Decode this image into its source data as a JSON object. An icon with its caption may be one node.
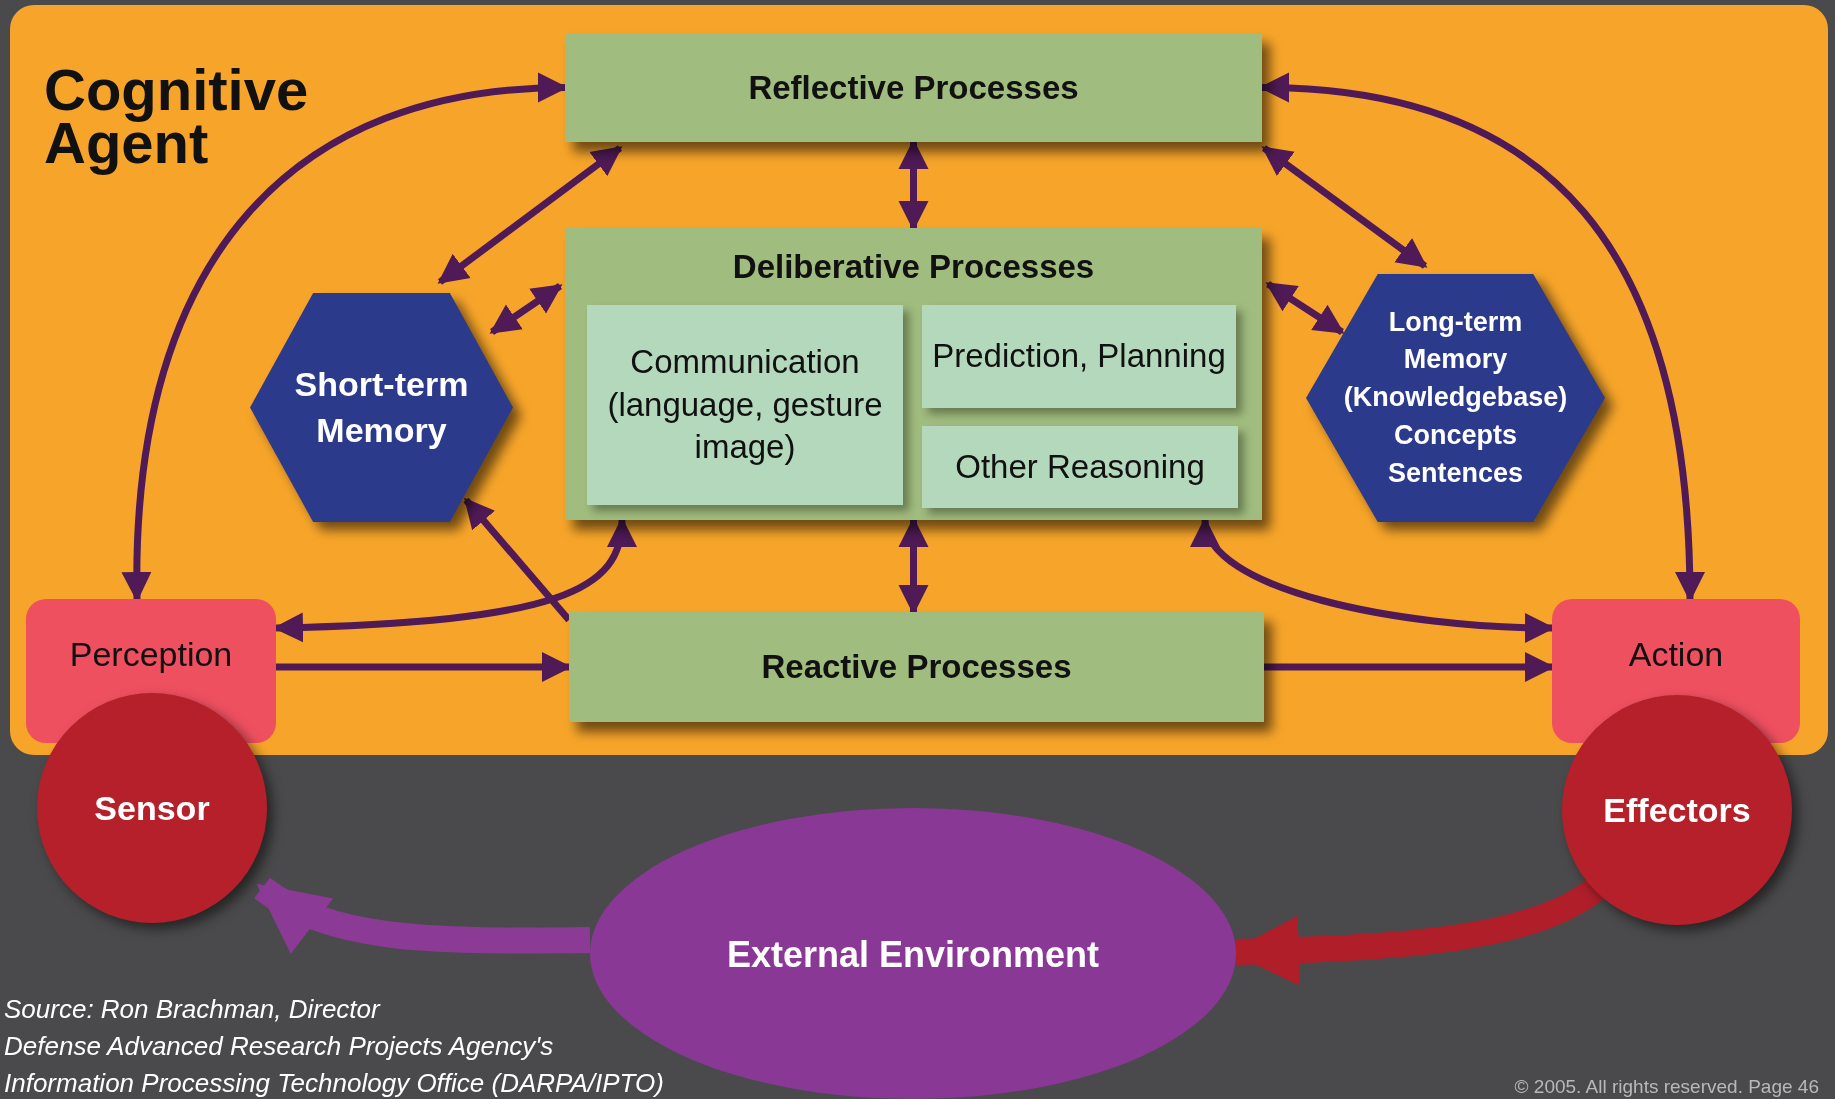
{
  "diagram": {
    "nodes": [
      {
        "text": [
          "Cognitive Agent"
        ]
      },
      {
        "text": [
          "Reflective Processes"
        ],
        "in": 0
      },
      {
        "text": [
          "Deliberative Processes"
        ],
        "in": 0
      },
      {
        "text": [
          "Communication (language, gesture image)"
        ],
        "in": 2
      },
      {
        "text": [
          "Prediction, Planning"
        ],
        "in": 2
      },
      {
        "text": [
          "Other Reasoning"
        ],
        "in": 2
      },
      {
        "text": [
          "Short-term Memory"
        ],
        "in": 0
      },
      {
        "text": [
          "Long-term Memory (Knowledgebase) Concepts Sentences"
        ],
        "in": 0
      },
      {
        "text": [
          "Perception"
        ],
        "in": 0
      },
      {
        "text": [
          "Reactive Processes"
        ],
        "in": 0
      },
      {
        "text": [
          "Action"
        ],
        "in": 0
      },
      {
        "text": [
          "Sensor"
        ]
      },
      {
        "text": [
          "Effectors"
        ]
      },
      {
        "text": [
          "External Environment"
        ]
      }
    ],
    "edges": [
      {
        "from": 8,
        "to": 1,
        "arrow": "both"
      },
      {
        "from": 1,
        "to": 10,
        "arrow": "both"
      },
      {
        "from": 1,
        "to": 2,
        "arrow": "both"
      },
      {
        "from": 1,
        "to": 6,
        "arrow": "both"
      },
      {
        "from": 6,
        "to": 2,
        "arrow": "both"
      },
      {
        "from": 7,
        "to": 1,
        "arrow": "both"
      },
      {
        "from": 7,
        "to": 2,
        "arrow": "both"
      },
      {
        "from": 2,
        "to": 9,
        "arrow": "both"
      },
      {
        "from": 8,
        "to": 2,
        "arrow": "both"
      },
      {
        "from": 2,
        "to": 10,
        "arrow": "both"
      },
      {
        "from": 9,
        "to": 6,
        "arrow": "to"
      },
      {
        "from": 8,
        "to": 9,
        "arrow": "to"
      },
      {
        "from": 9,
        "to": 10,
        "arrow": "to"
      },
      {
        "from": 13,
        "to": 11,
        "arrow": "to",
        "style": "thick",
        "color": "#8b3a96"
      },
      {
        "from": 12,
        "to": 13,
        "arrow": "to",
        "style": "thick",
        "color": "#b01e2a"
      }
    ],
    "labels": [
      "Source: Ron Brachman, Director",
      "Defense Advanced Research Projects Agency's",
      "Information Processing Technology Office (DARPA/IPTO)",
      "© 2005. All rights reserved. Page 46"
    ]
  }
}
